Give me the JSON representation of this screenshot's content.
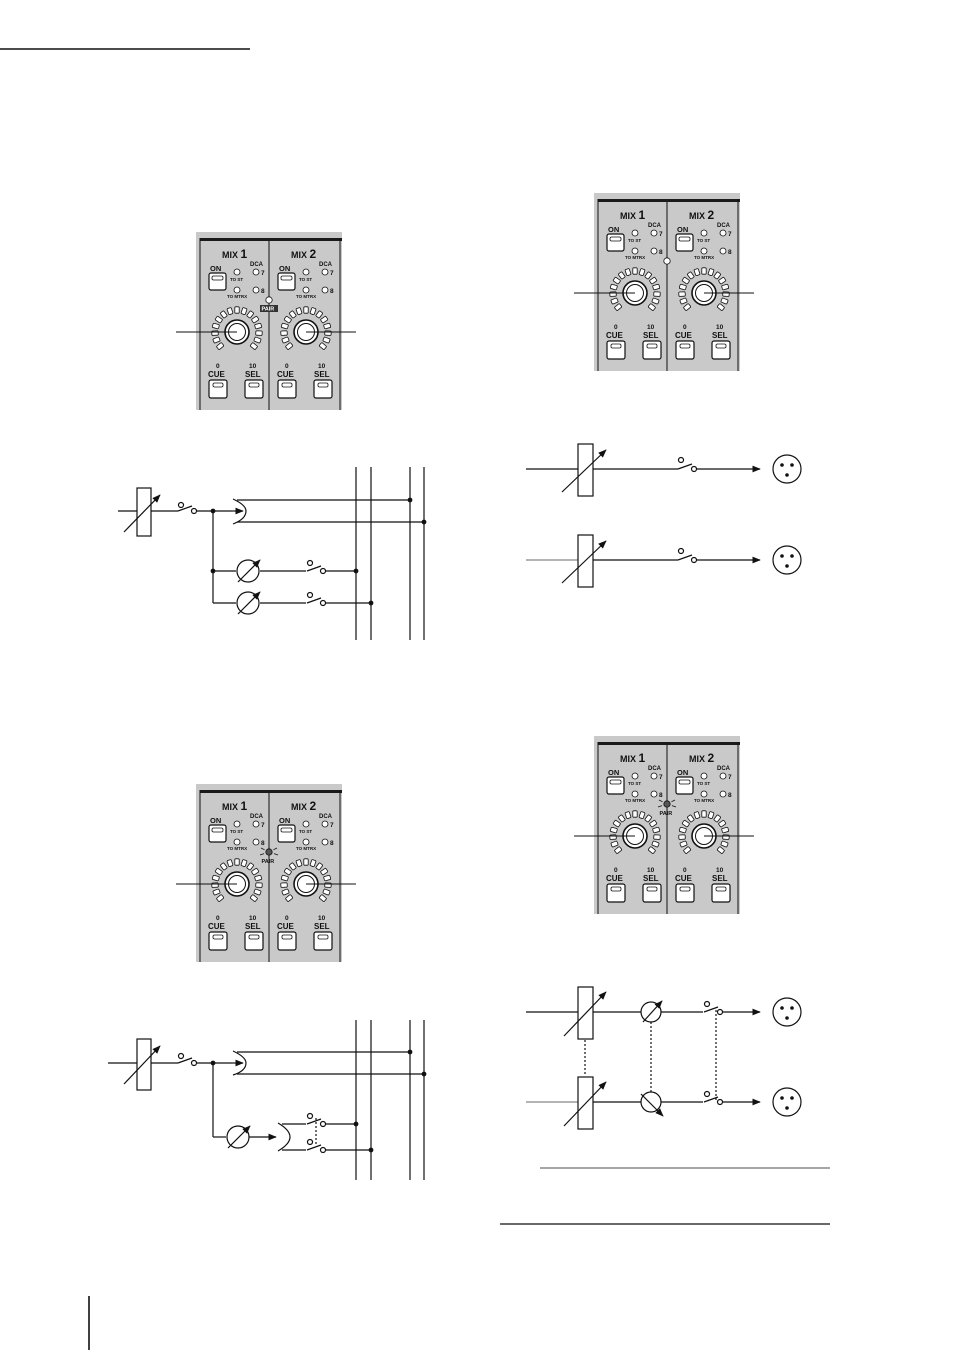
{
  "colors": {
    "panel_bg": "#c9c9c9",
    "line": "#111111",
    "header_bar": "#1a1a1a"
  },
  "strip": {
    "mix1_prefix": "MIX",
    "mix1_number": "1",
    "mix2_prefix": "MIX",
    "mix2_number": "2",
    "on_label": "ON",
    "to_st_label": "TO ST",
    "to_mtrx_label": "TO MTRX",
    "dca_label": "DCA",
    "dca_7": "7",
    "dca_8": "8",
    "pair_label": "PAIR",
    "knob_min": "0",
    "knob_max": "10",
    "cue_label": "CUE",
    "sel_label": "SEL"
  },
  "figures": [
    {
      "id": "fig-top-left",
      "pair_indicator": "pair-lit"
    },
    {
      "id": "fig-top-right",
      "pair_indicator": "off"
    },
    {
      "id": "fig-bottom-left",
      "pair_indicator": "blinking"
    },
    {
      "id": "fig-bottom-right",
      "pair_indicator": "blinking"
    }
  ]
}
